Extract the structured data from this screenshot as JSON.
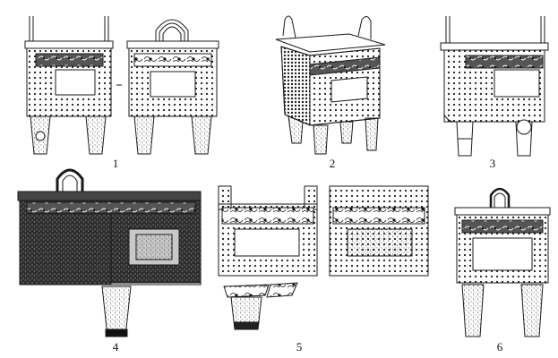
{
  "figures": [
    {
      "id": "fig-1",
      "label": "1"
    },
    {
      "id": "fig-2",
      "label": "2"
    },
    {
      "id": "fig-3",
      "label": "3"
    },
    {
      "id": "fig-4",
      "label": "4"
    },
    {
      "id": "fig-5",
      "label": "5"
    },
    {
      "id": "fig-6",
      "label": "6"
    }
  ],
  "colors": {
    "ink": "#1a1a1a",
    "paper": "#ffffff",
    "dark_fill": "#3a3a3a",
    "mid_fill": "#8a8a8a"
  },
  "subject": "fangding-bronze-vessel-drawings"
}
